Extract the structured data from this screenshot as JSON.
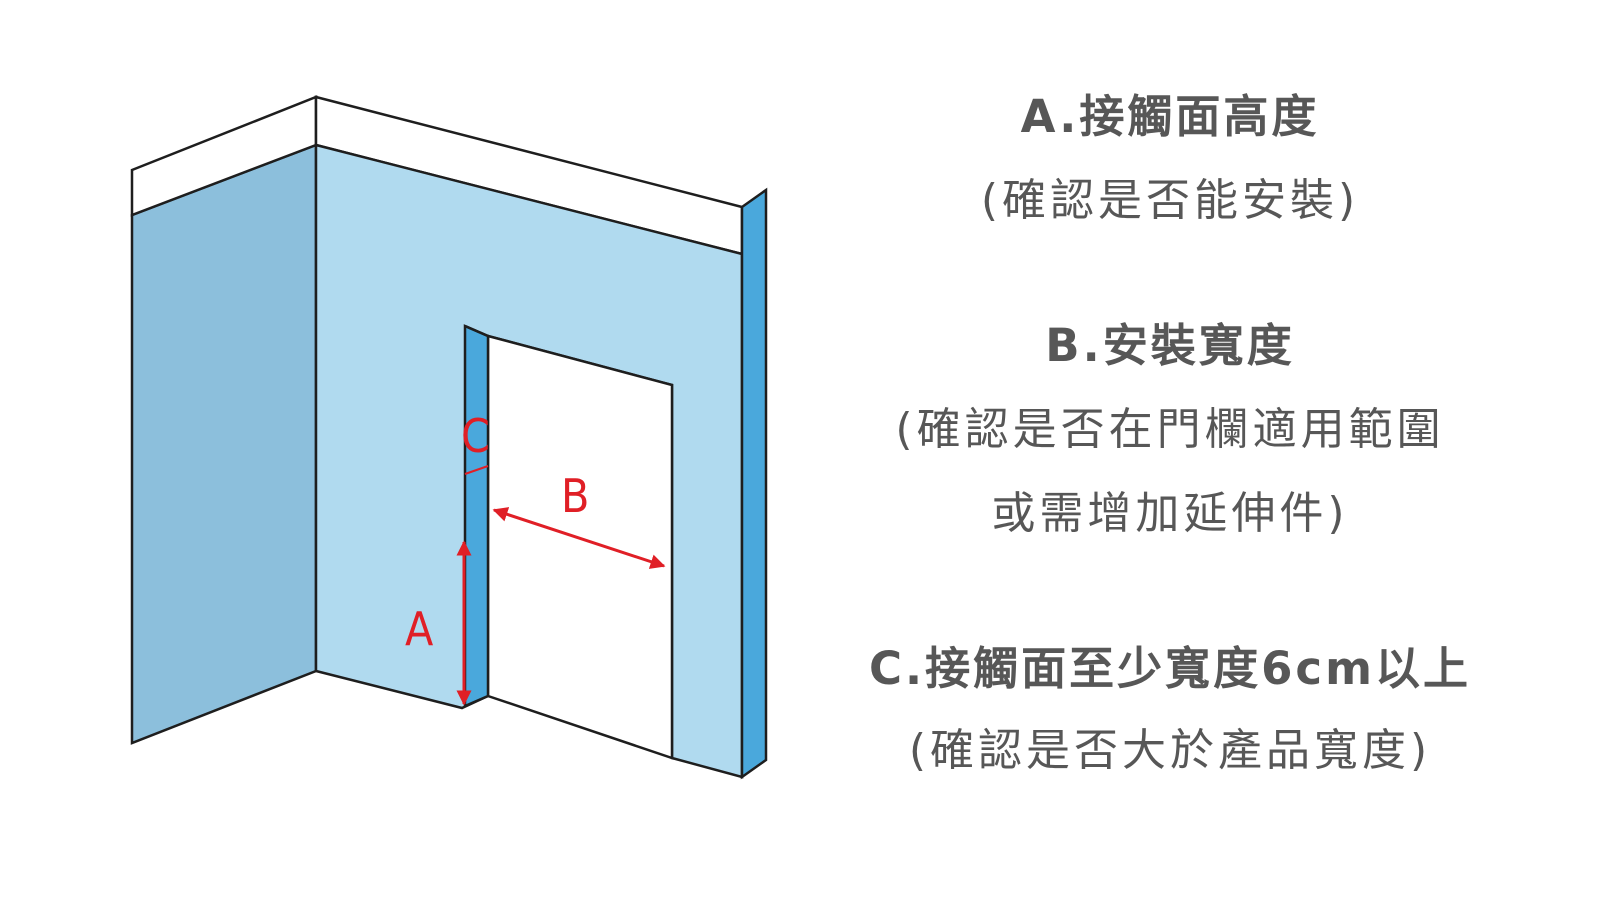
{
  "diagram": {
    "labels": {
      "a": "A",
      "b": "B",
      "c": "C"
    },
    "colors": {
      "left_wall": "#8cbfdc",
      "front_wall": "#b0daef",
      "door_edge": "#4aa8dc",
      "ceiling": "#ffffff",
      "outline": "#1e1e1e",
      "arrow": "#e01f26"
    }
  },
  "captions": [
    {
      "title": "A.接觸面高度",
      "notes": [
        "(確認是否能安裝)"
      ]
    },
    {
      "title": "B.安裝寬度",
      "notes": [
        "(確認是否在門欄適用範圍",
        "或需增加延伸件)"
      ]
    },
    {
      "title": "C.接觸面至少寬度6cm以上",
      "notes": [
        "(確認是否大於產品寬度)"
      ]
    }
  ]
}
